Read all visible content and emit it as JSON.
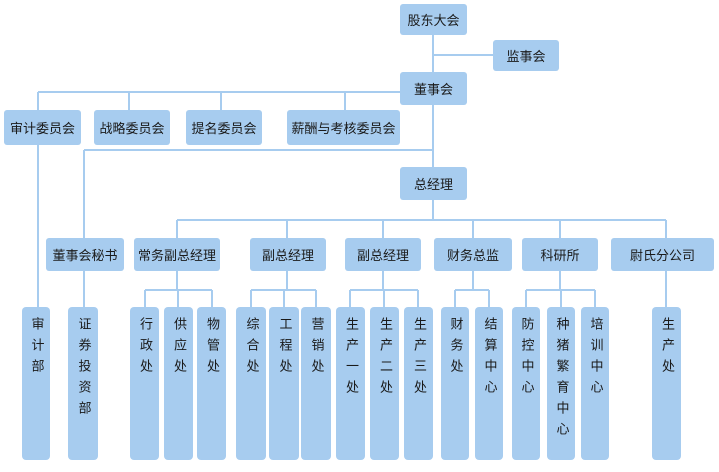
{
  "colors": {
    "box": "#a7ccef",
    "line": "#a7ccef",
    "text": "#1a1a1a"
  },
  "nodes": {
    "gudong": "股东大会",
    "jianshi": "监事会",
    "dongshi": "董事会",
    "shenji_wyh": "审计委员会",
    "zhanlue": "战略委员会",
    "timing": "提名委员会",
    "xinchou": "薪酬与考核委员会",
    "zongjingli": "总经理",
    "mishu": "董事会秘书",
    "changwu": "常务副总经理",
    "fu1": "副总经理",
    "fu2": "副总经理",
    "caiwu_zj": "财务总监",
    "keyan": "科研所",
    "weishi": "尉氏分公司"
  },
  "departments": {
    "shenjibu": "审计部",
    "zhengquan": "证券投资部",
    "xingzheng": "行政处",
    "gongying": "供应处",
    "wuguan": "物管处",
    "zonghe": "综合处",
    "gongcheng": "工程处",
    "yingxiao": "营销处",
    "sc1": "生产一处",
    "sc2": "生产二处",
    "sc3": "生产三处",
    "caiwuchu": "财务处",
    "jiesuan": "结算中心",
    "fangkong": "防控中心",
    "zhongzhu": "种猪繁育中心",
    "peixun": "培训中心",
    "shengchan": "生产处"
  }
}
